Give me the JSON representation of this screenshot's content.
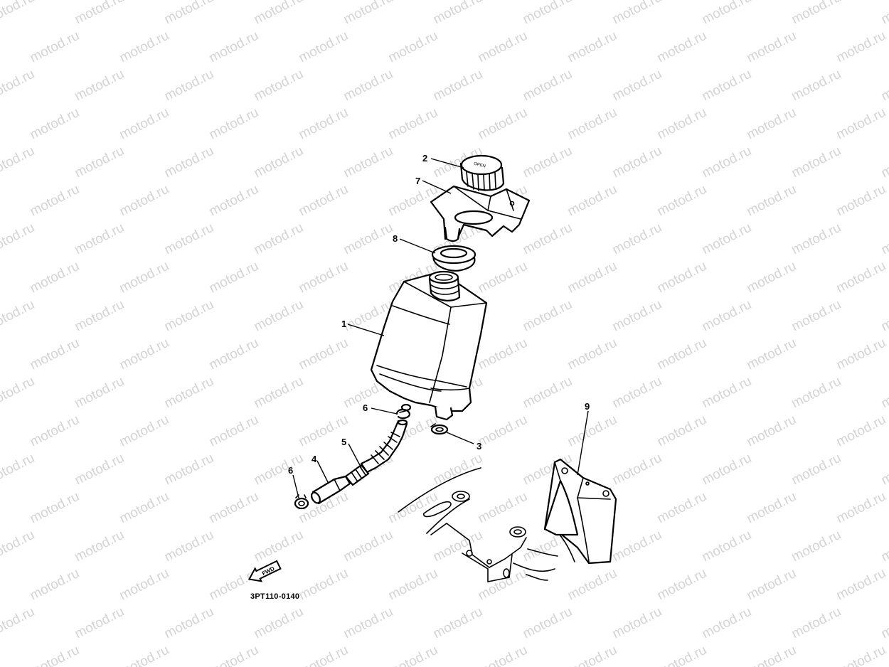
{
  "watermark": "motod.ru",
  "diagram_code": "3PT110-0140",
  "fwd_label": "FWD",
  "cap_marking": "OPEN",
  "callouts": {
    "c1": "1",
    "c2": "2",
    "c3": "3",
    "c4": "4",
    "c5": "5",
    "c6a": "6",
    "c6b": "6",
    "c7": "7",
    "c8": "8",
    "c9": "9"
  }
}
